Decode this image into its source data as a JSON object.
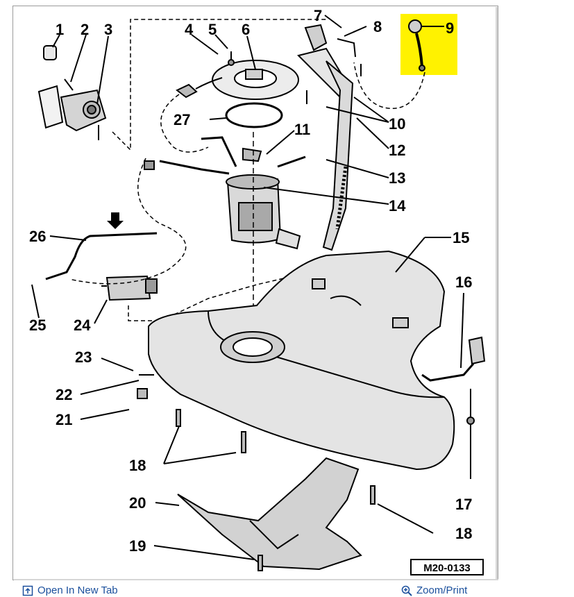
{
  "diagram": {
    "callouts": {
      "c1": "1",
      "c2": "2",
      "c3": "3",
      "c4": "4",
      "c5": "5",
      "c6": "6",
      "c7": "7",
      "c8": "8",
      "c9": "9",
      "c10": "10",
      "c11": "11",
      "c12": "12",
      "c13": "13",
      "c14": "14",
      "c15": "15",
      "c16": "16",
      "c17": "17",
      "c18a": "18",
      "c18b": "18",
      "c19": "19",
      "c20": "20",
      "c21": "21",
      "c22": "22",
      "c23": "23",
      "c24": "24",
      "c25": "25",
      "c26": "26",
      "c27": "27"
    },
    "figure_code": "M20-0133",
    "highlight_color": "#fff200"
  },
  "footer": {
    "open_tab_label": "Open In New Tab",
    "zoom_print_label": "Zoom/Print",
    "link_color": "#1a4f9c"
  }
}
